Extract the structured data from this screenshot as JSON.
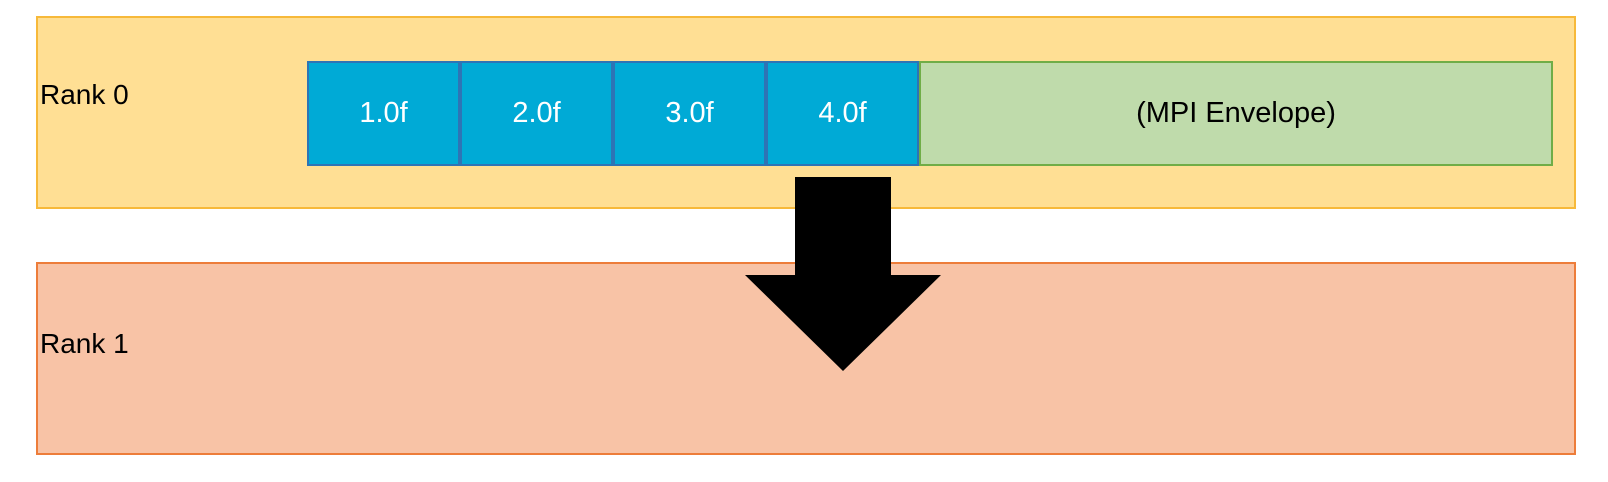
{
  "rank0": {
    "label": "Rank 0",
    "values": [
      "1.0f",
      "2.0f",
      "3.0f",
      "4.0f"
    ],
    "envelope_label": "(MPI Envelope)"
  },
  "rank1": {
    "label": "Rank 1"
  },
  "colors": {
    "rank0_fill": "#ffdf94",
    "rank0_border": "#f7b93a",
    "rank1_fill": "#f8c3a6",
    "rank1_border": "#ed7d3a",
    "value_cell_fill": "#00aad6",
    "value_cell_border": "#2e74b5",
    "envelope_fill": "#bfdbab",
    "envelope_border": "#70ad47",
    "arrow": "#000000"
  },
  "icons": {
    "transfer_arrow": "down-arrow-icon"
  }
}
